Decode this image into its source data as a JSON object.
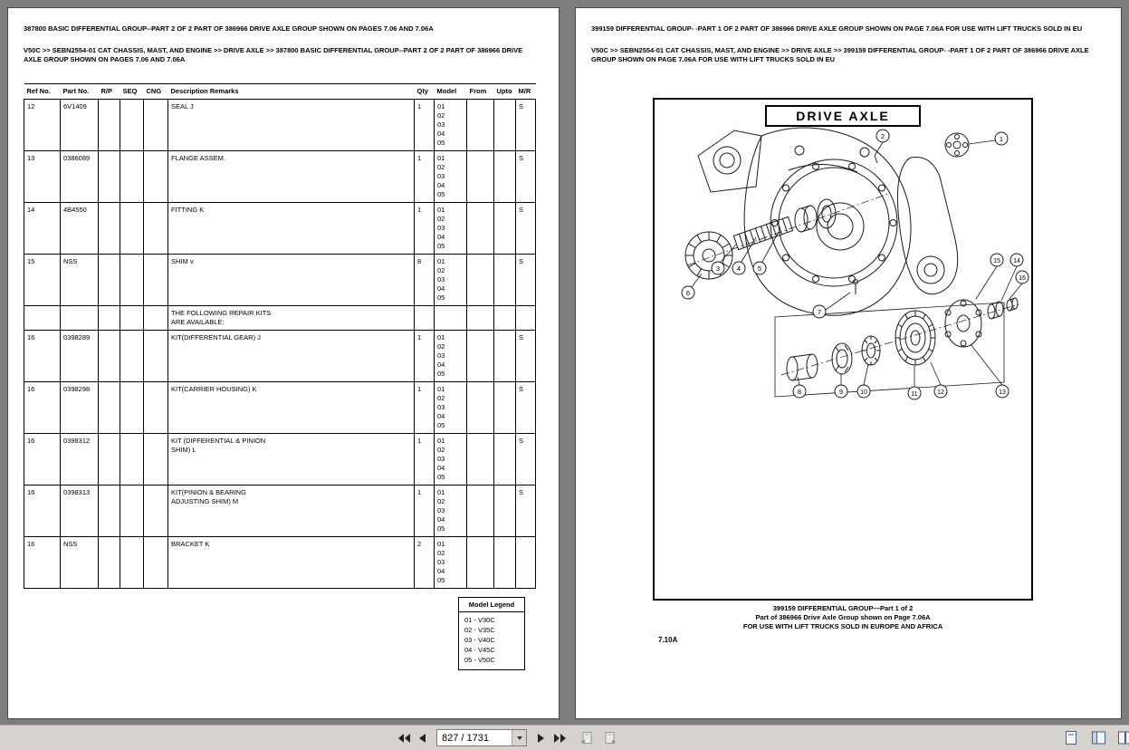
{
  "toolbar": {
    "page_indicator": "827 / 1731",
    "icons": {
      "first_page": "double-left-arrow-icon",
      "previous_page": "left-arrow-icon",
      "next_page": "right-arrow-icon",
      "last_page": "double-right-arrow-icon",
      "previous_view": "page-back-icon",
      "next_view": "page-forward-icon",
      "document_list": "document-list-icon",
      "page_layout": "split-page-icon",
      "pages_panel": "double-page-icon"
    }
  },
  "left_page": {
    "title": "387800 BASIC DIFFERENTIAL GROUP--PART 2 OF 2 PART OF 386966 DRIVE AXLE GROUP SHOWN ON PAGES 7.06 AND 7.06A",
    "breadcrumb": "V50C >> SEBN2554-01 CAT CHASSIS, MAST, AND ENGINE >> DRIVE AXLE >> 387800 BASIC DIFFERENTIAL GROUP--PART 2 OF 2 PART OF 386966 DRIVE AXLE GROUP SHOWN ON PAGES 7.06 AND 7.06A",
    "table": {
      "headers": [
        "Ref No.",
        "Part No.",
        "R/P",
        "SEQ",
        "CNG",
        "Description Remarks",
        "Qty",
        "Model",
        "From",
        "Upto",
        "M/R"
      ],
      "rows": [
        {
          "ref": "12",
          "part": "6V1409",
          "desc": "SEAL J",
          "qty": "1",
          "model": "01\n02\n03\n04\n05",
          "mr": "S"
        },
        {
          "ref": "13",
          "part": "0386089",
          "desc": "FLANGE ASSEM.",
          "qty": "1",
          "model": "01\n02\n03\n04\n05",
          "mr": "S"
        },
        {
          "ref": "14",
          "part": "4B4550",
          "desc": "FITTING K",
          "qty": "1",
          "model": "01\n02\n03\n04\n05",
          "mr": "S"
        },
        {
          "ref": "15",
          "part": "NSS",
          "desc": "SHIM v",
          "qty": "8",
          "model": "01\n02\n03\n04\n05",
          "mr": "S"
        },
        {
          "ref": "",
          "part": "",
          "desc": "THE FOLLOWING REPAIR KITS\nARE AVAILABLE:",
          "qty": "",
          "model": "",
          "mr": ""
        },
        {
          "ref": "16",
          "part": "0398289",
          "desc": "KIT(DIFFERENTIAL GEAR) J",
          "qty": "1",
          "model": "01\n02\n03\n04\n05",
          "mr": "S"
        },
        {
          "ref": "16",
          "part": "0398298",
          "desc": "KIT(CARRIER HOUSING) K",
          "qty": "1",
          "model": "01\n02\n03\n04\n05",
          "mr": "S"
        },
        {
          "ref": "16",
          "part": "0398312",
          "desc": "KIT (DIFFERENTIAL & PINION\nSHIM) L",
          "qty": "1",
          "model": "01\n02\n03\n04\n05",
          "mr": "S"
        },
        {
          "ref": "16",
          "part": "0398313",
          "desc": "KIT(PINION & BEARING\nADJUSTING SHIM) M",
          "qty": "1",
          "model": "01\n02\n03\n04\n05",
          "mr": "S"
        },
        {
          "ref": "16",
          "part": "NSS",
          "desc": "BRACKET K",
          "qty": "2",
          "model": "01\n02\n03\n04\n05",
          "mr": ""
        }
      ]
    },
    "model_legend": {
      "title": "Model Legend",
      "entries": [
        "01 - V30C",
        "02 - V35C",
        "03 - V40C",
        "04 - V45C",
        "05 - V50C"
      ]
    }
  },
  "right_page": {
    "title": "399159 DIFFERENTIAL GROUP- -PART 1 OF 2 PART OF 386966 DRIVE AXLE GROUP SHOWN ON PAGE 7.06A FOR USE WITH LIFT TRUCKS SOLD IN EU",
    "breadcrumb": "V50C >> SEBN2554-01 CAT CHASSIS, MAST, AND ENGINE >> DRIVE AXLE >> 399159 DIFFERENTIAL GROUP- -PART 1 OF 2 PART OF 386966 DRIVE AXLE GROUP SHOWN ON PAGE 7.06A FOR USE WITH LIFT TRUCKS SOLD IN EU",
    "diagram": {
      "title": "DRIVE AXLE",
      "callouts": [
        "1",
        "2",
        "3",
        "4",
        "5",
        "6",
        "7",
        "8",
        "9",
        "10",
        "11",
        "12",
        "13",
        "14",
        "15",
        "16"
      ],
      "caption_line1": "399159 DIFFERENTIAL GROUP—Part 1 of 2",
      "caption_line2": "Part of 386966 Drive Axle Group shown on Page 7.06A",
      "caption_line3": "FOR USE WITH LIFT TRUCKS SOLD IN EUROPE AND AFRICA"
    },
    "page_number": "7.10A"
  }
}
